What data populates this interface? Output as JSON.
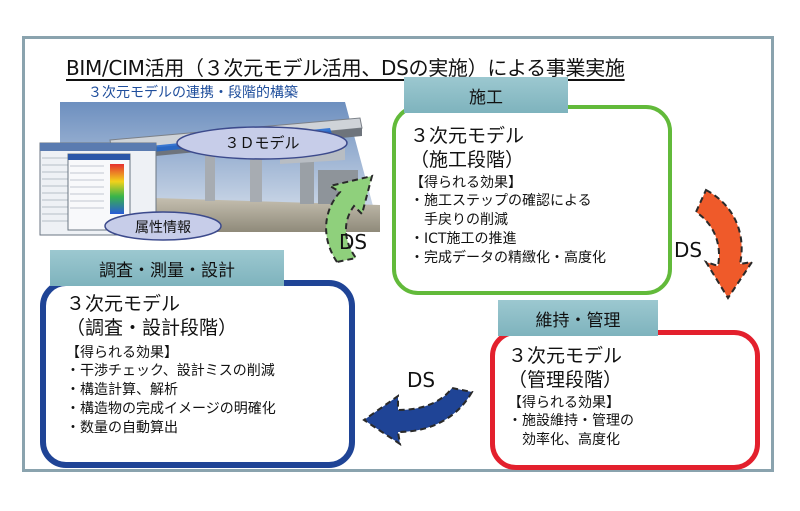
{
  "main_title": "BIM/CIM活用（３次元モデル活用、DSの実施）による事業実施",
  "subtitle": "３次元モデルの連携・段階的構築",
  "image_labels": {
    "model": "３Ｄモデル",
    "attributes": "属性情報"
  },
  "stages": {
    "construction": {
      "label": "施工",
      "title": "３次元モデル",
      "phase": "（施工段階）",
      "effects_heading": "【得られる効果】",
      "effects": [
        "・施工ステップの確認による",
        "　手戻りの削減",
        "・ICT施工の推進",
        "・完成データの精緻化・高度化"
      ]
    },
    "survey": {
      "label": "調査・測量・設計",
      "title": "３次元モデル",
      "phase": "（調査・設計段階）",
      "effects_heading": "【得られる効果】",
      "effects": [
        "・干渉チェック、設計ミスの削減",
        "・構造計算、解析",
        "・構造物の完成イメージの明確化",
        "・数量の自動算出"
      ]
    },
    "maintenance": {
      "label": "維持・管理",
      "title": "３次元モデル",
      "phase": "（管理段階）",
      "effects_heading": "【得られる効果】",
      "effects": [
        "・施設維持・管理の",
        "　効率化、高度化"
      ]
    }
  },
  "arrows": {
    "left": "DS",
    "right": "DS",
    "bottom": "DS"
  },
  "colors": {
    "construction": "#62ba3a",
    "survey": "#1f4496",
    "maintenance": "#e3202d",
    "label_bg": "#8fbfc8",
    "frame": "#8aa3ae"
  }
}
